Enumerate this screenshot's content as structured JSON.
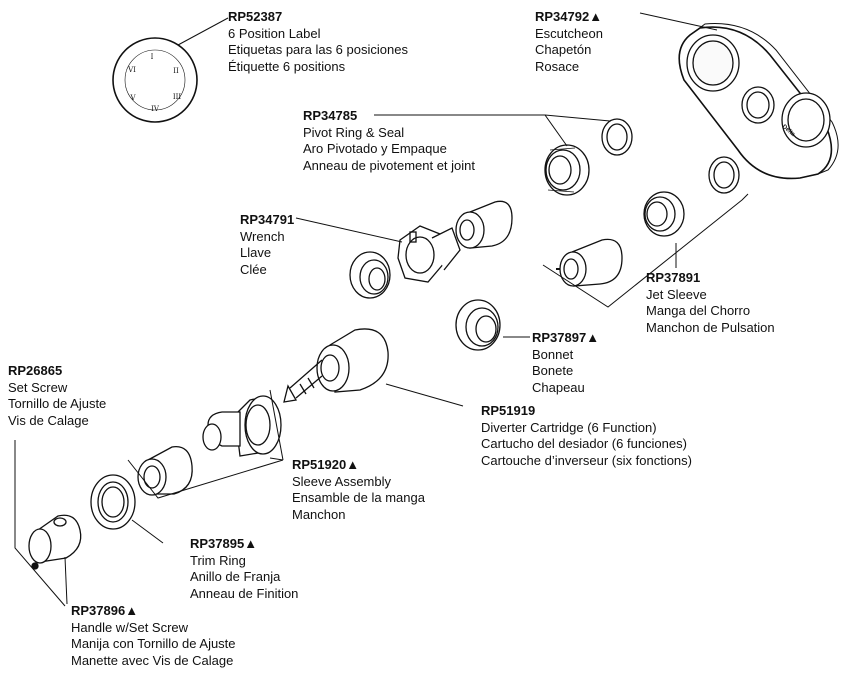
{
  "parts": [
    {
      "id": "rp52387",
      "number": "RP52387",
      "marker": "",
      "lines": [
        "6 Position Label",
        "Etiquetas para las 6 posiciones",
        "Étiquette 6 positions"
      ]
    },
    {
      "id": "rp34792",
      "number": "RP34792",
      "marker": "▲",
      "lines": [
        "Escutcheon",
        "Chapetón",
        "Rosace"
      ]
    },
    {
      "id": "rp34785",
      "number": "RP34785",
      "marker": "",
      "lines": [
        "Pivot Ring & Seal",
        "Aro Pivotado y Empaque",
        "Anneau de pivotement et joint"
      ]
    },
    {
      "id": "rp34791",
      "number": "RP34791",
      "marker": "",
      "lines": [
        "Wrench",
        "Llave",
        "Clée"
      ]
    },
    {
      "id": "rp37891",
      "number": "RP37891",
      "marker": "",
      "lines": [
        "Jet Sleeve",
        "Manga del Chorro",
        "Manchon de Pulsation"
      ]
    },
    {
      "id": "rp37897",
      "number": "RP37897",
      "marker": "▲",
      "lines": [
        "Bonnet",
        "Bonete",
        "Chapeau"
      ]
    },
    {
      "id": "rp26865",
      "number": "RP26865",
      "marker": "",
      "lines": [
        "Set Screw",
        "Tornillo de Ajuste",
        "Vis de Calage"
      ]
    },
    {
      "id": "rp51919",
      "number": "RP51919",
      "marker": "",
      "lines": [
        "Diverter Cartridge (6 Function)",
        "Cartucho del desiador (6 funciones)",
        "Cartouche d’inverseur (six fonctions)"
      ]
    },
    {
      "id": "rp51920",
      "number": "RP51920",
      "marker": "▲",
      "lines": [
        "Sleeve Assembly",
        "Ensamble de la manga",
        "Manchon"
      ]
    },
    {
      "id": "rp37895",
      "number": "RP37895",
      "marker": "▲",
      "lines": [
        "Trim Ring",
        "Anillo de Franja",
        "Anneau de Finition"
      ]
    },
    {
      "id": "rp37896",
      "number": "RP37896",
      "marker": "▲",
      "lines": [
        "Handle w/Set Screw",
        "Manija con Tornillo de Ajuste",
        "Manette avec Vis de Calage"
      ]
    }
  ],
  "dial_numerals": [
    "I",
    "II",
    "III",
    "IV",
    "V",
    "VI"
  ],
  "escutcheon_brand": "Delta"
}
